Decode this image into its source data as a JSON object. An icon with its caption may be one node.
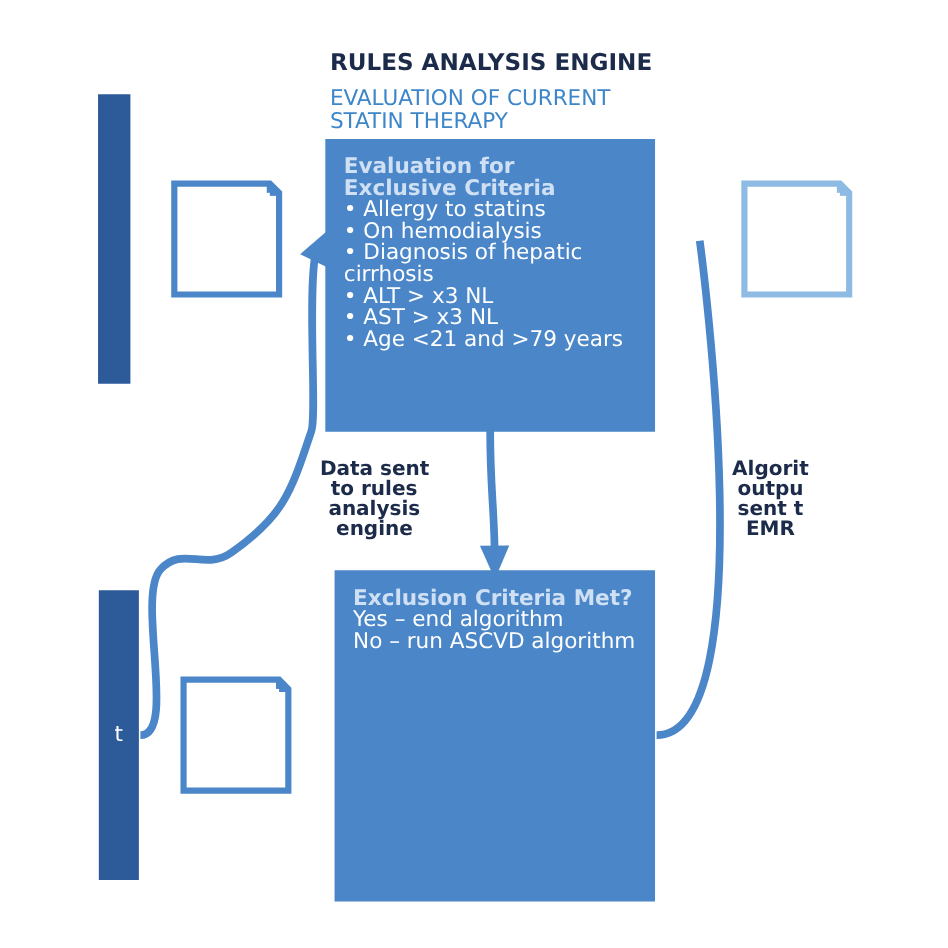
{
  "diagram": {
    "nodes": [
      {
        "text": [],
        "shape": "bar"
      },
      {
        "text": [],
        "shape": "picture"
      },
      {
        "text": [
          "RULES ANALYSIS ENGINE",
          "EVALUATION OF CURRENT STATIN THERAPY",
          "Evaluation for Exclusive Criteria",
          "• Allergy to statins",
          "• On hemodialysis",
          "• Diagnosis of hepatic cirrhosis",
          "• ALT > x3 NL",
          "• AST > x3 NL",
          "• Age <21 and >79 years"
        ]
      },
      {
        "text": [],
        "shape": "picture"
      },
      {
        "text": [
          "t"
        ]
      },
      {
        "text": [
          "Exclusion Criteria Met?",
          "Yes – end algorithm",
          "No – run ASCVD algorithm"
        ]
      },
      {
        "text": [],
        "shape": "picture"
      }
    ],
    "edges": [
      {
        "from": 4,
        "to": 2,
        "arrow": "to",
        "label": "Data sent to rules analysis engine"
      },
      {
        "from": 2,
        "to": 5,
        "arrow": "to"
      },
      {
        "from": 5,
        "to": null,
        "arrow": "none",
        "label": "Algorit outpu sent t EMR"
      }
    ]
  }
}
